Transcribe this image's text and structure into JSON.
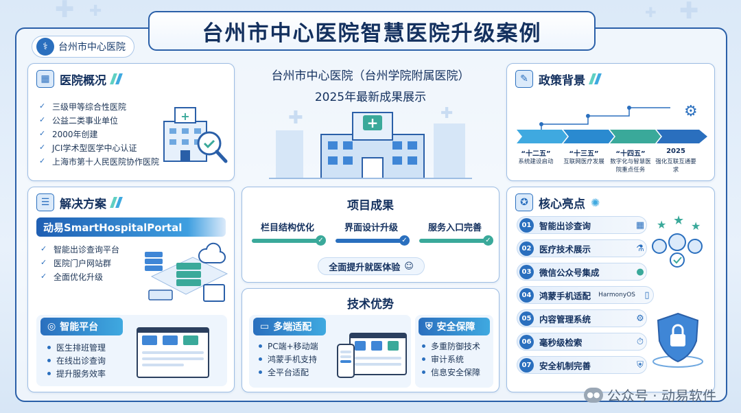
{
  "main_title": "台州市中心医院智慧医院升级案例",
  "hospital_badge": {
    "name": "台州市中心医院",
    "logo_icon": "medical-caduceus-icon"
  },
  "overview": {
    "title": "医院概况",
    "items": [
      "三级甲等综合性医院",
      "公益二类事业单位",
      "2000年创建",
      "JCI学术型医学中心认证",
      "上海市第十人民医院协作医院"
    ]
  },
  "center": {
    "line1": "台州市中心医院（台州学院附属医院）",
    "line2": "2025年最新成果展示"
  },
  "policy": {
    "title": "政策背景",
    "timeline": [
      {
        "label": "“十二五”",
        "sub": "系统建设启动"
      },
      {
        "label": "“十三五”",
        "sub": "互联网医疗发展"
      },
      {
        "label": "“十四五”",
        "sub": "数字化与智慧医院重点任务"
      },
      {
        "label": "2025",
        "sub": "强化互联互通要求"
      }
    ]
  },
  "solution": {
    "title": "解决方案",
    "product": "动易SmartHospitalPortal",
    "items": [
      "智能出诊查询平台",
      "医院门户网站群",
      "全面优化升级"
    ],
    "platform": {
      "title": "智能平台",
      "items": [
        "医生排班管理",
        "在线出诊查询",
        "提升服务效率"
      ]
    }
  },
  "results": {
    "title": "项目成果",
    "bars": [
      {
        "label": "栏目结构优化",
        "progress": 1.0,
        "color": "#3aa99a"
      },
      {
        "label": "界面设计升级",
        "progress": 1.0,
        "color": "#2a6fbe"
      },
      {
        "label": "服务入口完善",
        "progress": 1.0,
        "color": "#3aa99a"
      }
    ],
    "footer": "全面提升就医体验"
  },
  "tech": {
    "title": "技术优势",
    "multi": {
      "title": "多端适配",
      "items": [
        "PC端+移动端",
        "鸿蒙手机支持",
        "全平台适配"
      ]
    },
    "security": {
      "title": "安全保障",
      "items": [
        "多重防御技术",
        "审计系统",
        "信息安全保障"
      ]
    }
  },
  "highlights": {
    "title": "核心亮点",
    "items": [
      {
        "num": "01",
        "label": "智能出诊查询",
        "icon": "calendar-icon"
      },
      {
        "num": "02",
        "label": "医疗技术展示",
        "icon": "microscope-icon"
      },
      {
        "num": "03",
        "label": "微信公众号集成",
        "icon": "wechat-icon"
      },
      {
        "num": "04",
        "label": "鸿蒙手机适配",
        "icon": "phone-icon",
        "extra": "HarmonyOS"
      },
      {
        "num": "05",
        "label": "内容管理系统",
        "icon": "folder-gear-icon"
      },
      {
        "num": "06",
        "label": "毫秒级检索",
        "icon": "stopwatch-icon"
      },
      {
        "num": "07",
        "label": "安全机制完善",
        "icon": "shield-lock-icon"
      }
    ]
  },
  "watermark": "公众号 · 动易软件",
  "colors": {
    "primary": "#2a6fbe",
    "accent": "#3fa9e0",
    "teal": "#3aa99a",
    "navy": "#13305e"
  }
}
